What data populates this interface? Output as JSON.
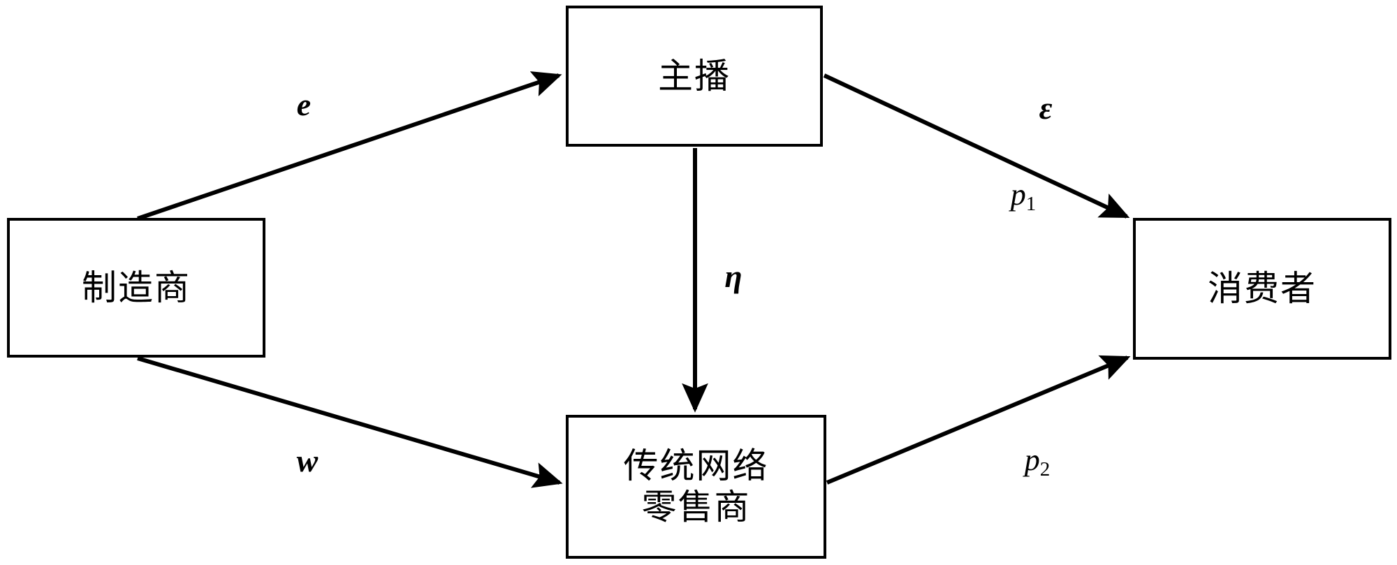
{
  "diagram": {
    "title": "Live-streaming dual-channel supply chain structure",
    "background_color": "#ffffff",
    "line_color": "#000000",
    "nodes": [
      {
        "id": "manufacturer",
        "label": "制造商",
        "name": "Manufacturer"
      },
      {
        "id": "anchor",
        "label": "主播",
        "name": "Anchor"
      },
      {
        "id": "retailer",
        "label": "传统网络\n零售商",
        "name": "Traditional online retailer"
      },
      {
        "id": "consumer",
        "label": "消费者",
        "name": "Consumer"
      }
    ],
    "edges": [
      {
        "id": "e",
        "from": "manufacturer",
        "to": "anchor",
        "label": "e",
        "arrow": true
      },
      {
        "id": "eps",
        "from": "anchor",
        "to": "consumer",
        "label": "ε",
        "arrow": true
      },
      {
        "id": "p1",
        "from": "anchor",
        "to": "consumer",
        "label": "p",
        "subscript": "1",
        "arrow": false
      },
      {
        "id": "eta",
        "from": "anchor",
        "to": "retailer",
        "label": "η",
        "arrow": true
      },
      {
        "id": "w",
        "from": "manufacturer",
        "to": "retailer",
        "label": "w",
        "arrow": true
      },
      {
        "id": "p2",
        "from": "retailer",
        "to": "consumer",
        "label": "p",
        "subscript": "2",
        "arrow": true
      }
    ]
  }
}
